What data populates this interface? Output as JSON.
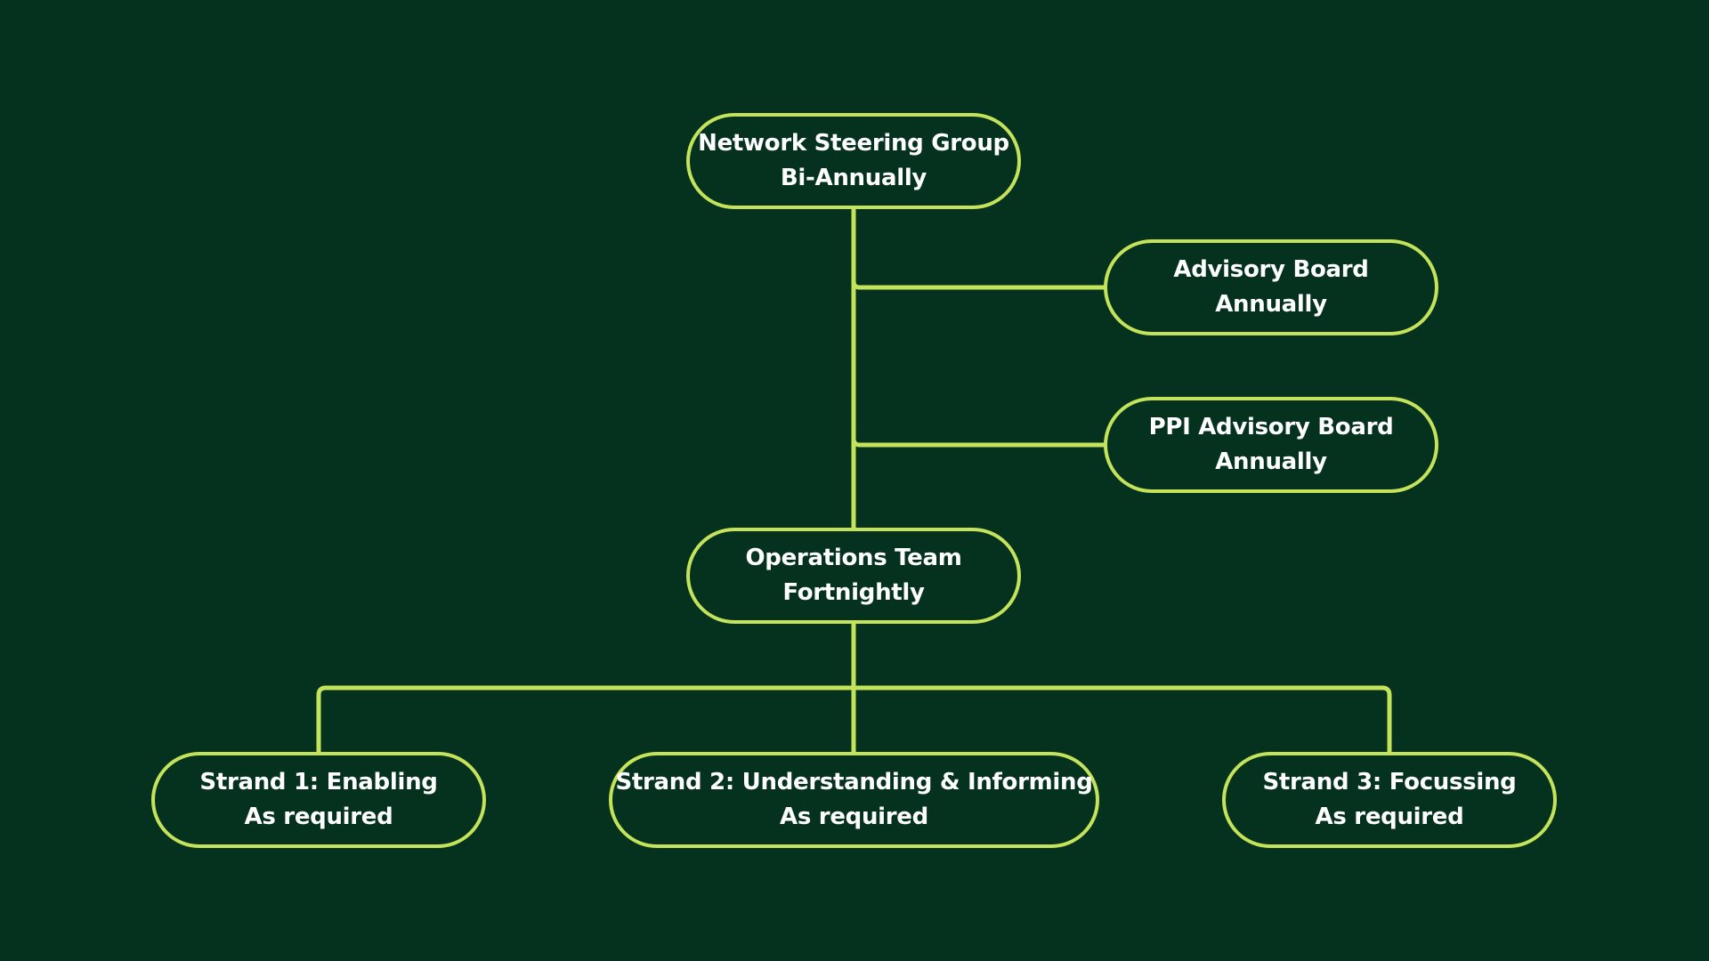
{
  "colors": {
    "background": "#04321e",
    "accent": "#c4e35a",
    "text": "#ffffff"
  },
  "nodes": {
    "steering": {
      "title": "Network Steering Group",
      "frequency": "Bi-Annually"
    },
    "advisory": {
      "title": "Advisory Board",
      "frequency": "Annually"
    },
    "ppi": {
      "title": "PPI Advisory Board",
      "frequency": "Annually"
    },
    "operations": {
      "title": "Operations Team",
      "frequency": "Fortnightly"
    },
    "strand1": {
      "title": "Strand 1: Enabling",
      "frequency": "As required"
    },
    "strand2": {
      "title": "Strand 2: Understanding & Informing",
      "frequency": "As required"
    },
    "strand3": {
      "title": "Strand 3: Focussing",
      "frequency": "As required"
    }
  }
}
